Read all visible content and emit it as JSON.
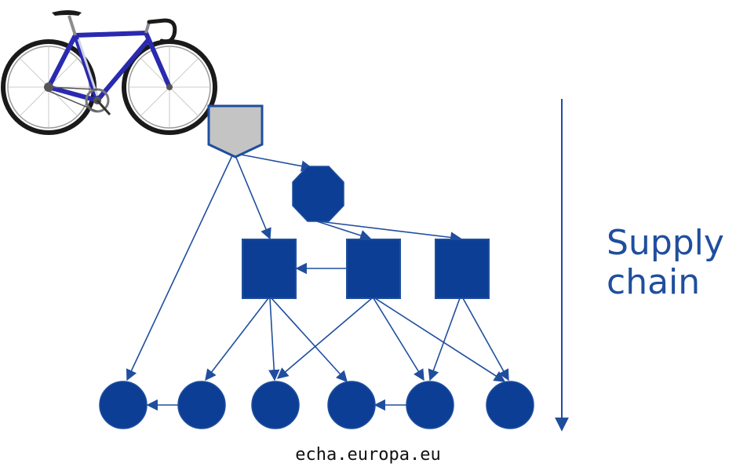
{
  "side_label": {
    "line1": "Supply",
    "line2": "chain"
  },
  "footer": {
    "url": "echa.europa.eu"
  },
  "colors": {
    "node_fill": "#0b3e94",
    "node_stroke": "#1f4e9e",
    "arrow": "#1f4e9e",
    "top_fill": "#c4c4c4"
  },
  "nodes": [
    {
      "id": "product",
      "shape": "pentagon",
      "fill": "#c4c4c4"
    },
    {
      "id": "supplier",
      "shape": "octagon"
    },
    {
      "id": "sub-a",
      "shape": "square"
    },
    {
      "id": "sub-b",
      "shape": "square"
    },
    {
      "id": "sub-c",
      "shape": "square"
    },
    {
      "id": "part-1",
      "shape": "circle"
    },
    {
      "id": "part-2",
      "shape": "circle"
    },
    {
      "id": "part-3",
      "shape": "circle"
    },
    {
      "id": "part-4",
      "shape": "circle"
    },
    {
      "id": "part-5",
      "shape": "circle"
    },
    {
      "id": "part-6",
      "shape": "circle"
    }
  ],
  "edges": [
    [
      "product",
      "part-1"
    ],
    [
      "product",
      "sub-a"
    ],
    [
      "product",
      "supplier"
    ],
    [
      "supplier",
      "sub-b"
    ],
    [
      "supplier",
      "sub-c"
    ],
    [
      "sub-b",
      "sub-a"
    ],
    [
      "sub-a",
      "part-2"
    ],
    [
      "sub-a",
      "part-3"
    ],
    [
      "sub-a",
      "part-4"
    ],
    [
      "sub-b",
      "part-3"
    ],
    [
      "sub-b",
      "part-5"
    ],
    [
      "sub-b",
      "part-6"
    ],
    [
      "sub-c",
      "part-5"
    ],
    [
      "sub-c",
      "part-6"
    ],
    [
      "part-2",
      "part-1"
    ],
    [
      "part-5",
      "part-4"
    ]
  ]
}
